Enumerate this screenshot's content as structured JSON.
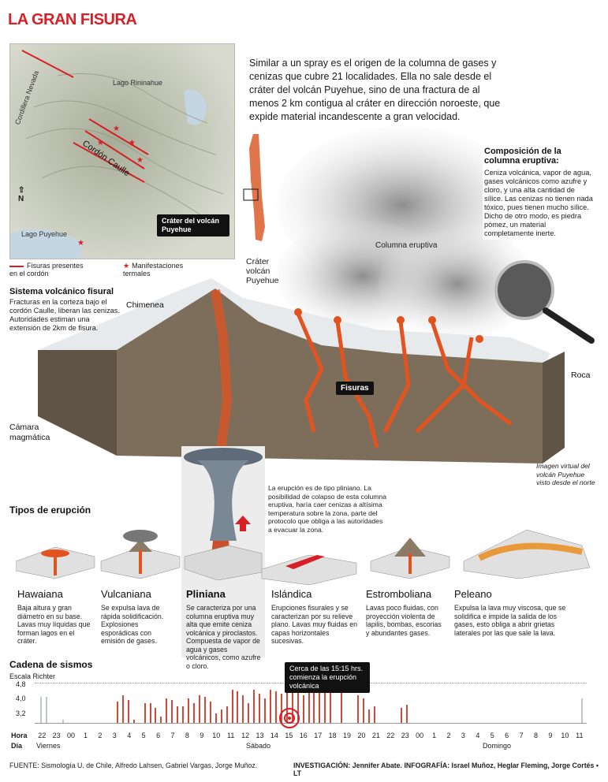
{
  "title": "LA GRAN FISURA",
  "map": {
    "labels": {
      "lake1": "Lago Rininahue",
      "cordillera": "Cordillera Nevada",
      "cordon": "Cordón Caulle",
      "lake2": "Lago Puyehue",
      "north": "N",
      "crater": "Cráter del volcán Puyehue"
    }
  },
  "legend": {
    "fisuras": "Fisuras presentes en el cordón",
    "manifestaciones": "Manifestaciones termales"
  },
  "intro": "Similar a un spray es el origen de la columna de gases y cenizas que cubre 21 localidades. Ella no sale desde el cráter del volcán Puyehue, sino de una fractura de al menos 2 km contigua al cráter en dirección noroeste, que expide material incandescente a gran velocidad.",
  "composicion": {
    "title": "Composición de la columna eruptiva:",
    "text": "Ceniza volcánica, vapor de agua, gases volcánicos como azufre y cloro, y una alta cantidad de sílice. Las cenizas no tienen nada tóxico, pues tienen mucho sílice. Dicho de otro modo, es piedra pómez, un material completamente inerte."
  },
  "diagram": {
    "sistema_title": "Sistema volcánico fisural",
    "sistema_text": "Fracturas en la corteza bajo el cordón Caulle, liberan las cenizas. Autoridades estiman una extensión de 2km de fisura.",
    "crater_label": "Cráter volcán Puyehue",
    "chimenea": "Chimenea",
    "columna": "Columna eruptiva",
    "fisuras": "Fisuras",
    "roca": "Roca",
    "camara": "Cámara magmática",
    "imagen_virtual": "Imagen virtual del volcán Puyehue visto desde el norte"
  },
  "pliniana_note": "La erupción es de tipo pliniano. La posibilidad de colapso de esta columna eruptiva, haría caer cenizas a altísima temperatura sobre la zona, parte del protocolo que obliga a las autoridades a evacuar la zona.",
  "tipos": {
    "title": "Tipos de erupción",
    "items": [
      {
        "name": "Hawaiana",
        "desc": "Baja altura y gran diámetro en su base. Lavas muy líquidas que forman lagos en el cráter."
      },
      {
        "name": "Vulcaniana",
        "desc": "Se expulsa lava de rápida solidificación. Explosiones esporádicas con emisión de gases."
      },
      {
        "name": "Pliniana",
        "desc": "Se caracteriza por una columna eruptiva muy alta que emite ceniza volcánica y piroclastos. Compuesta de vapor de agua y gases volcánicos, como azufre o cloro."
      },
      {
        "name": "Islándica",
        "desc": "Erupciones fisurales y se caracterizan por su relieve plano. Lavas muy fluidas en capas horizontales sucesivas."
      },
      {
        "name": "Estromboliana",
        "desc": "Lavas poco fluidas, con proyección violenta de lapilis, bombas, escorias y abundantes gases."
      },
      {
        "name": "Peleano",
        "desc": "Expulsa la lava muy viscosa, que se solidifica e impide la salida de los gases, esto obliga a abrir grietas laterales por las que sale la lava."
      }
    ]
  },
  "sismos": {
    "title": "Cadena de sismos",
    "scale_label": "Escala Richter",
    "ticks": [
      "4,8",
      "4,0",
      "3,2"
    ],
    "callout": "Cerca de las 15:15 hrs. comienza la erupción volcánica",
    "hora_label": "Hora",
    "dia_label": "Día",
    "hours": [
      "22",
      "23",
      "00",
      "1",
      "2",
      "3",
      "4",
      "5",
      "6",
      "7",
      "8",
      "9",
      "10",
      "11",
      "12",
      "13",
      "14",
      "15",
      "16",
      "17",
      "18",
      "19",
      "20",
      "21",
      "22",
      "23",
      "00",
      "1",
      "2",
      "3",
      "4",
      "5",
      "6",
      "7",
      "8",
      "9",
      "10",
      "11"
    ],
    "days": [
      "Viernes",
      "Sábado",
      "Domingo"
    ]
  },
  "chart_data": {
    "type": "bar",
    "title": "Cadena de sismos",
    "ylabel": "Escala Richter",
    "ylim": [
      2.4,
      4.8
    ],
    "yticks": [
      4.8,
      4.0,
      3.2
    ],
    "x_label": "Hora",
    "series": [
      {
        "values": [
          2.4,
          4.0,
          4.0,
          2.4,
          2.4,
          2.6,
          2.4,
          2.4,
          2.4,
          2.4,
          2.4,
          2.4,
          2.4,
          2.4,
          2.4,
          3.7,
          4.1,
          3.8,
          2.6,
          2.4,
          3.6,
          3.6,
          3.3,
          2.8,
          3.9,
          3.8,
          3.4,
          3.4,
          3.9,
          3.6,
          4.1,
          4.0,
          3.7,
          3.0,
          3.2,
          3.4,
          4.4,
          4.3,
          4.1,
          3.6,
          4.4,
          4.2,
          3.9,
          4.4,
          4.3,
          4.2,
          4.4,
          4.4,
          4.3,
          4.1,
          4.6,
          4.6,
          4.6,
          4.5,
          4.6,
          2.4,
          4.4,
          2.4,
          2.4,
          4.1,
          3.9,
          3.2,
          3.4,
          2.4,
          2.4,
          2.4,
          2.4,
          3.3,
          3.5,
          2.4,
          2.4,
          2.4,
          2.4,
          2.4,
          2.4,
          2.4,
          2.4,
          2.4,
          2.4,
          2.4,
          2.4,
          2.4,
          2.4,
          2.4,
          2.4,
          2.4,
          2.4,
          2.4,
          2.4,
          2.4,
          2.4,
          2.4,
          2.4,
          2.4,
          2.4,
          2.4,
          2.4,
          2.4,
          2.4,
          2.4,
          3.9
        ],
        "colors_note": "gray before and after the eruption, red during"
      }
    ]
  },
  "footer": {
    "fuente": "FUENTE: Sismología U. de Chile, Alfredo Lahsen, Gabriel Vargas, Jorge Muñoz.",
    "investigacion": "INVESTIGACIÓN: Jennifer Abate. INFOGRAFÍA: Israel Muñoz, Heglar Fleming, Jorge Cortés • LT"
  },
  "colors": {
    "accent": "#d81f26",
    "lava": "#e2531f",
    "rock": "#8a7a66",
    "gray_bar": "#bfc6cc"
  }
}
